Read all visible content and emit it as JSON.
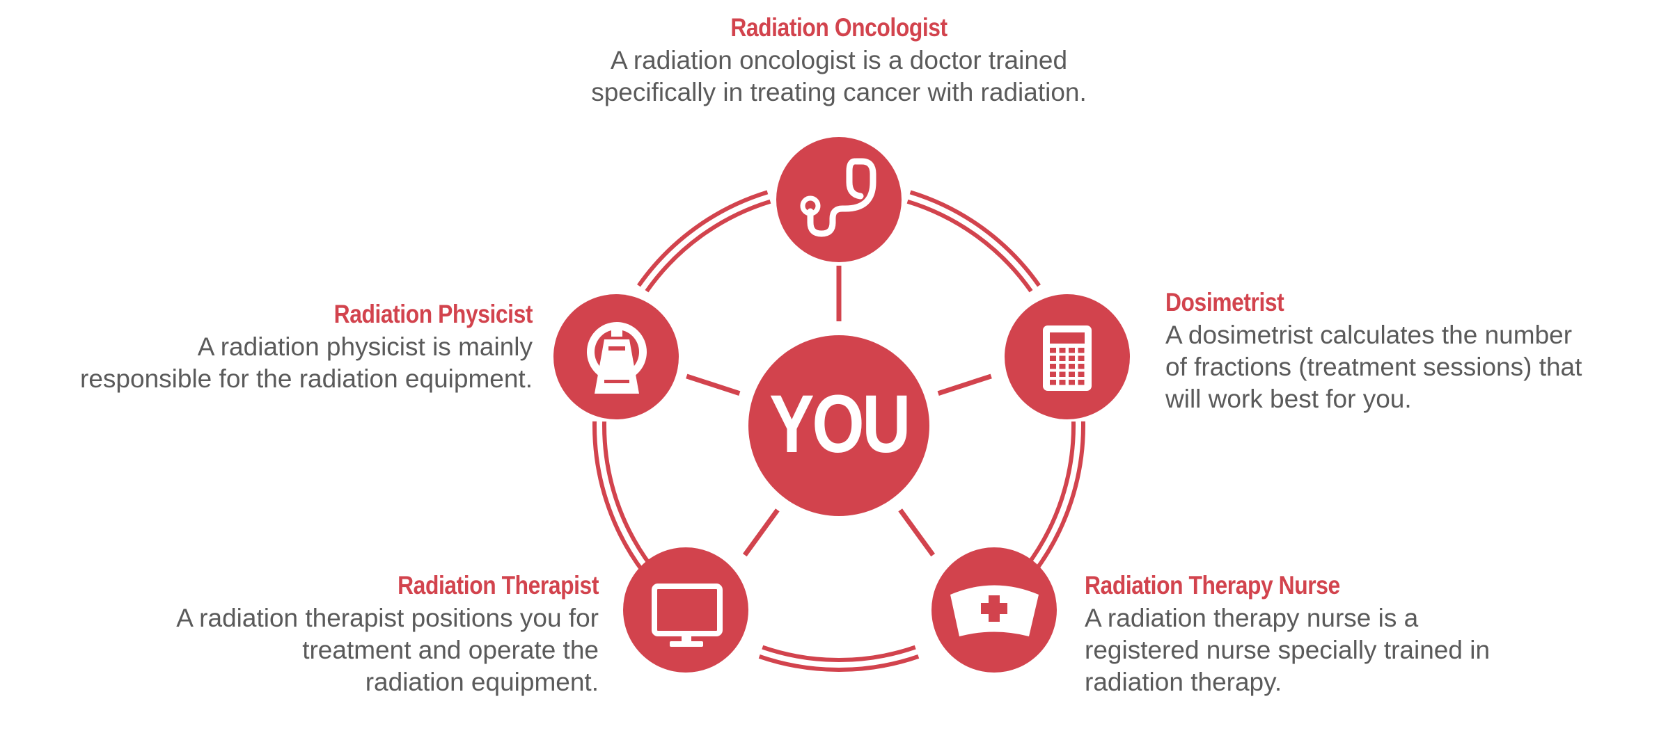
{
  "colors": {
    "accent": "#d2434d",
    "text": "#5a5a5a",
    "icon": "#ffffff"
  },
  "center": {
    "label": "YOU"
  },
  "roles": {
    "oncologist": {
      "title": "Radiation Oncologist",
      "desc": [
        "A radiation oncologist is a doctor trained",
        "specifically in treating cancer with radiation."
      ],
      "icon": "stethoscope-icon"
    },
    "dosimetrist": {
      "title": "Dosimetrist",
      "desc": [
        "A dosimetrist calculates the number",
        "of fractions (treatment sessions) that",
        "will work best for you."
      ],
      "icon": "calculator-icon"
    },
    "nurse": {
      "title": "Radiation Therapy Nurse",
      "desc": [
        "A radiation therapy nurse is a",
        "registered nurse specially trained in",
        "radiation therapy."
      ],
      "icon": "nurse-cap-icon"
    },
    "therapist": {
      "title": "Radiation Therapist",
      "desc": [
        "A radiation therapist positions you for",
        "treatment and operate the",
        "radiation equipment."
      ],
      "icon": "monitor-icon"
    },
    "physicist": {
      "title": "Radiation Physicist",
      "desc": [
        "A radiation physicist is mainly",
        "responsible for the radiation equipment."
      ],
      "icon": "scanner-icon"
    }
  }
}
